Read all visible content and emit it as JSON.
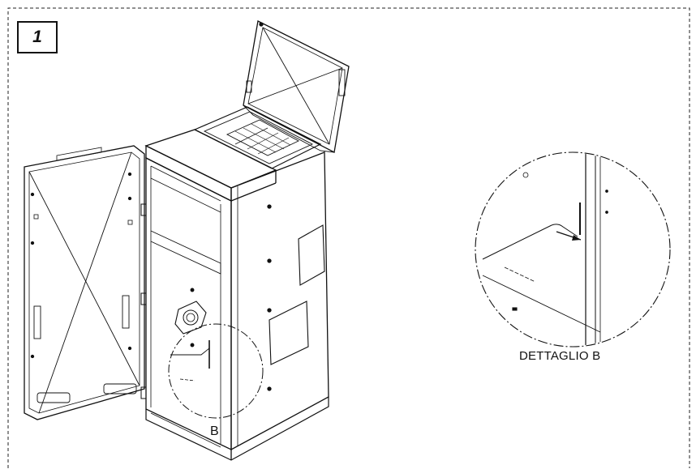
{
  "step": {
    "number": "1"
  },
  "detail": {
    "label": "DETTAGLIO B"
  },
  "callout": {
    "letter": "B"
  }
}
